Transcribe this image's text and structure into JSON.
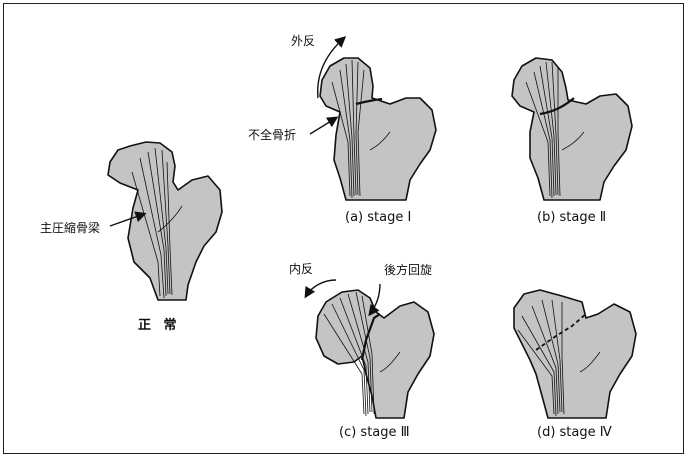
{
  "labels": {
    "normal": "正 常",
    "main_trabeculae": "主圧縮骨梁",
    "valgus": "外反",
    "incomplete_fracture": "不全骨折",
    "varus": "内反",
    "posterior_rotation": "後方回旋"
  },
  "captions": {
    "stage1": "(a) stage Ⅰ",
    "stage2": "(b) stage Ⅱ",
    "stage3": "(c) stage Ⅲ",
    "stage4": "(d) stage Ⅳ"
  },
  "colors": {
    "bone_fill": "#c4c4c4",
    "line": "#111111"
  }
}
